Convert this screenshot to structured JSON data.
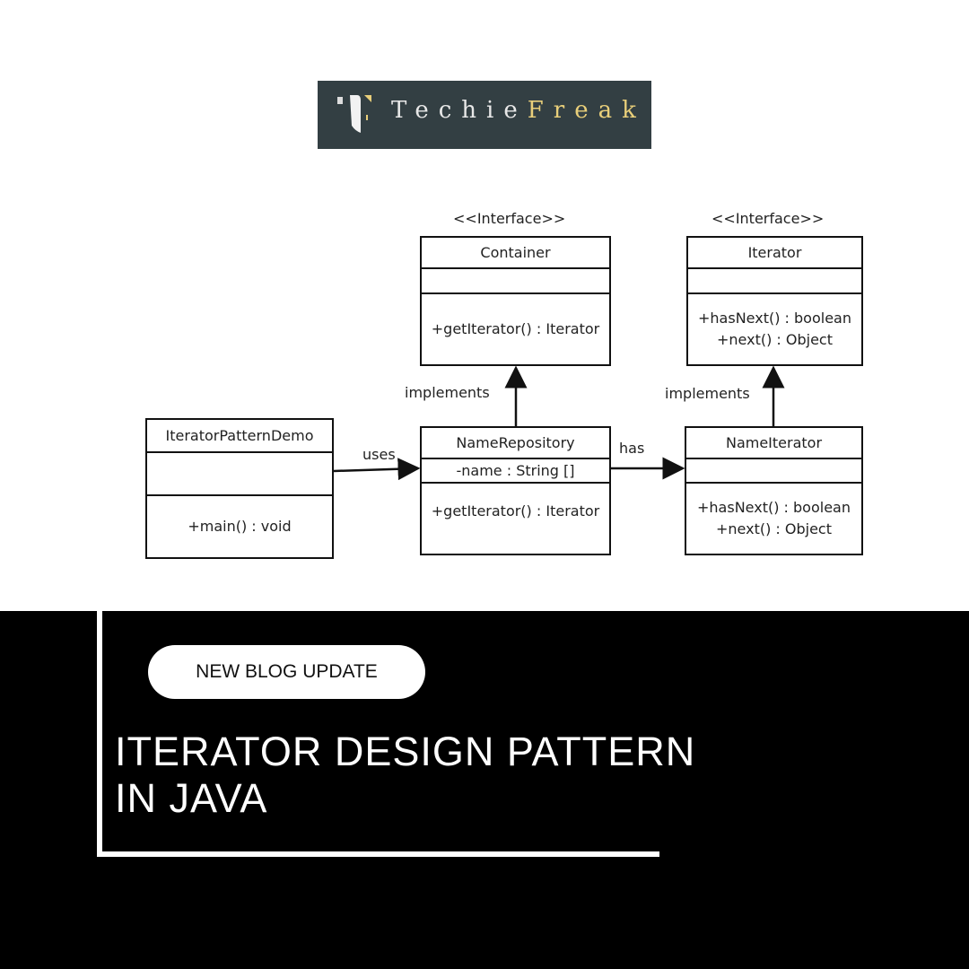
{
  "logo": {
    "part1": "Techie",
    "part2": "Freak",
    "colors": {
      "bg": "#333f43",
      "accent": "#e9cf7a"
    }
  },
  "diagram": {
    "stereotype": "<<Interface>>",
    "container": {
      "name": "Container",
      "method": "+getIterator() : Iterator"
    },
    "iterator": {
      "name": "Iterator",
      "m1": "+hasNext()  : boolean",
      "m2": "+next() : Object"
    },
    "demo": {
      "name": "IteratorPatternDemo",
      "method": "+main()  : void"
    },
    "repo": {
      "name": "NameRepository",
      "attr": "-name  : String []",
      "method": "+getIterator() : Iterator"
    },
    "nameIterator": {
      "name": "NameIterator",
      "m1": "+hasNext()  : boolean",
      "m2": "+next() : Object"
    },
    "labels": {
      "implements": "implements",
      "uses": "uses",
      "has": "has"
    }
  },
  "banner": {
    "badge": "NEW BLOG UPDATE",
    "title_line1": "ITERATOR DESIGN PATTERN",
    "title_line2": "IN JAVA"
  }
}
